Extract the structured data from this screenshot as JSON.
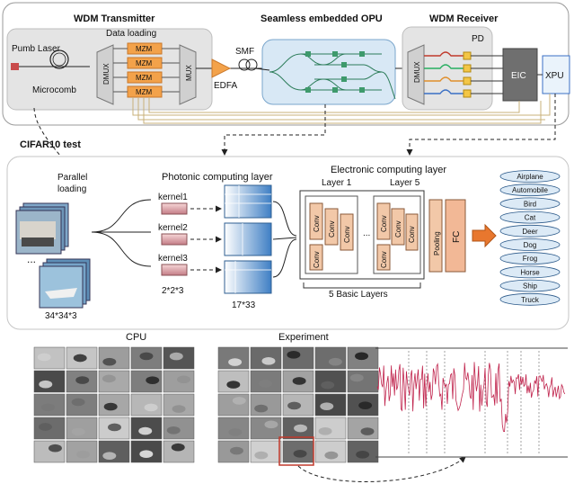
{
  "transmitter": {
    "title": "WDM Transmitter",
    "pump_laser": "Pumb Laser",
    "microcomb": "Microcomb",
    "data_loading": "Data loading",
    "demux": "DMUX",
    "mux": "MUX",
    "mzm_labels": [
      "MZM",
      "MZM",
      "MZM",
      "MZM"
    ]
  },
  "link": {
    "smf": "SMF",
    "edfa": "EDFA"
  },
  "opu": {
    "title": "Seamless embedded OPU"
  },
  "receiver": {
    "title": "WDM Receiver",
    "demux": "DMUX",
    "pd": "PD"
  },
  "eic": "EIC",
  "xpu": "XPU",
  "cifar": {
    "title": "CIFAR10 test",
    "parallel": "Parallel",
    "loading": "loading",
    "ellipsis": "...",
    "input_size": "34*34*3"
  },
  "photonic": {
    "title": "Photonic computing layer",
    "kernels": [
      "kernel1",
      "kernel2",
      "kernel3"
    ],
    "kernel_size": "2*2*3",
    "output_size": "17*33"
  },
  "electronic": {
    "title": "Electronic computing layer",
    "layer1": "Layer 1",
    "layer5": "Layer 5",
    "conv": "Conv",
    "pooling": "Pooling",
    "fc": "FC",
    "dots": "...",
    "basic_layers": "5 Basic Layers"
  },
  "classes": [
    "Airplane",
    "Automobile",
    "Bird",
    "Cat",
    "Deer",
    "Dog",
    "Frog",
    "Horse",
    "Ship",
    "Truck"
  ],
  "results": {
    "cpu": "CPU",
    "experiment": "Experiment"
  },
  "colors": {
    "panel_fill": "#e4e4e4",
    "opu_fill": "#d8e8f5",
    "opu_stroke": "#7aa6cc",
    "mzm_fill": "#f3a24a",
    "edfa_fill": "#f3a24a",
    "eic_fill": "#6f6f6f",
    "xpu_fill": "#eaf3fb",
    "conv_fill": "#f2c8a8",
    "fc_fill": "#f2b896",
    "class_fill": "#dceaf6",
    "trace": "#c0234c"
  }
}
